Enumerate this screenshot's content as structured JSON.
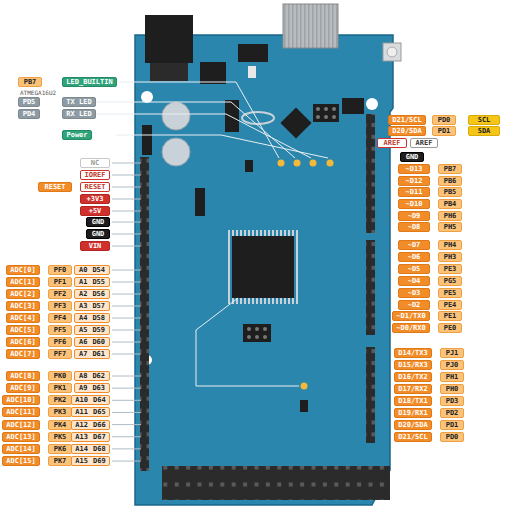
{
  "diagram": {
    "nodes": [
      {
        "text": [
          "PB7"
        ]
      },
      {
        "text": [
          "LED_BUILTIN"
        ]
      },
      {
        "text": [
          "PD5"
        ]
      },
      {
        "text": [
          "TX LED"
        ]
      },
      {
        "text": [
          "PD4"
        ]
      },
      {
        "text": [
          "RX LED"
        ]
      },
      {
        "text": [
          "Power"
        ]
      },
      {
        "text": [
          "NC"
        ]
      },
      {
        "text": [
          "IOREF"
        ]
      },
      {
        "text": [
          "RESET"
        ]
      },
      {
        "text": [
          "RESET"
        ]
      },
      {
        "text": [
          "+3V3"
        ]
      },
      {
        "text": [
          "+5V"
        ]
      },
      {
        "text": [
          "GND"
        ]
      },
      {
        "text": [
          "GND"
        ]
      },
      {
        "text": [
          "VIN"
        ]
      },
      {
        "text": [
          "ADC[0]"
        ]
      },
      {
        "text": [
          "PF0"
        ]
      },
      {
        "text": [
          "A0",
          "D54"
        ]
      },
      {
        "text": [
          "ADC[1]"
        ]
      },
      {
        "text": [
          "PF1"
        ]
      },
      {
        "text": [
          "A1",
          "D55"
        ]
      },
      {
        "text": [
          "ADC[2]"
        ]
      },
      {
        "text": [
          "PF2"
        ]
      },
      {
        "text": [
          "A2",
          "D56"
        ]
      },
      {
        "text": [
          "ADC[3]"
        ]
      },
      {
        "text": [
          "PF3"
        ]
      },
      {
        "text": [
          "A3",
          "D57"
        ]
      },
      {
        "text": [
          "ADC[4]"
        ]
      },
      {
        "text": [
          "PF4"
        ]
      },
      {
        "text": [
          "A4",
          "D58"
        ]
      },
      {
        "text": [
          "ADC[5]"
        ]
      },
      {
        "text": [
          "PF5"
        ]
      },
      {
        "text": [
          "A5",
          "D59"
        ]
      },
      {
        "text": [
          "ADC[6]"
        ]
      },
      {
        "text": [
          "PF6"
        ]
      },
      {
        "text": [
          "A6",
          "D60"
        ]
      },
      {
        "text": [
          "ADC[7]"
        ]
      },
      {
        "text": [
          "PF7"
        ]
      },
      {
        "text": [
          "A7",
          "D61"
        ]
      },
      {
        "text": [
          "ADC[8]"
        ]
      },
      {
        "text": [
          "PK0"
        ]
      },
      {
        "text": [
          "A8",
          "D62"
        ]
      },
      {
        "text": [
          "ADC[9]"
        ]
      },
      {
        "text": [
          "PK1"
        ]
      },
      {
        "text": [
          "A9",
          "D63"
        ]
      },
      {
        "text": [
          "ADC[10]"
        ]
      },
      {
        "text": [
          "PK2"
        ]
      },
      {
        "text": [
          "A10",
          "D64"
        ]
      },
      {
        "text": [
          "ADC[11]"
        ]
      },
      {
        "text": [
          "PK3"
        ]
      },
      {
        "text": [
          "A11",
          "D65"
        ]
      },
      {
        "text": [
          "ADC[12]"
        ]
      },
      {
        "text": [
          "PK4"
        ]
      },
      {
        "text": [
          "A12",
          "D66"
        ]
      },
      {
        "text": [
          "ADC[13]"
        ]
      },
      {
        "text": [
          "PK5"
        ]
      },
      {
        "text": [
          "A13",
          "D67"
        ]
      },
      {
        "text": [
          "ADC[14]"
        ]
      },
      {
        "text": [
          "PK6"
        ]
      },
      {
        "text": [
          "A14",
          "D68"
        ]
      },
      {
        "text": [
          "ADC[15]"
        ]
      },
      {
        "text": [
          "PK7"
        ]
      },
      {
        "text": [
          "A15",
          "D69"
        ]
      },
      {
        "text": [
          "D21/SCL"
        ]
      },
      {
        "text": [
          "PD0"
        ]
      },
      {
        "text": [
          "SCL"
        ]
      },
      {
        "text": [
          "D20/SDA"
        ]
      },
      {
        "text": [
          "PD1"
        ]
      },
      {
        "text": [
          "SDA"
        ]
      },
      {
        "text": [
          "AREF"
        ]
      },
      {
        "text": [
          "AREF"
        ]
      },
      {
        "text": [
          "GND"
        ]
      },
      {
        "text": [
          "~D13"
        ]
      },
      {
        "text": [
          "PB7"
        ]
      },
      {
        "text": [
          "~D12"
        ]
      },
      {
        "text": [
          "PB6"
        ]
      },
      {
        "text": [
          "~D11"
        ]
      },
      {
        "text": [
          "PB5"
        ]
      },
      {
        "text": [
          "~D10"
        ]
      },
      {
        "text": [
          "PB4"
        ]
      },
      {
        "text": [
          "~D9"
        ]
      },
      {
        "text": [
          "PH6"
        ]
      },
      {
        "text": [
          "~D8"
        ]
      },
      {
        "text": [
          "PH5"
        ]
      },
      {
        "text": [
          "~D7"
        ]
      },
      {
        "text": [
          "PH4"
        ]
      },
      {
        "text": [
          "~D6"
        ]
      },
      {
        "text": [
          "PH3"
        ]
      },
      {
        "text": [
          "~D5"
        ]
      },
      {
        "text": [
          "PE3"
        ]
      },
      {
        "text": [
          "~D4"
        ]
      },
      {
        "text": [
          "PG5"
        ]
      },
      {
        "text": [
          "~D3"
        ]
      },
      {
        "text": [
          "PE5"
        ]
      },
      {
        "text": [
          "~D2"
        ]
      },
      {
        "text": [
          "PE4"
        ]
      },
      {
        "text": [
          "~D1/TX0"
        ]
      },
      {
        "text": [
          "PE1"
        ]
      },
      {
        "text": [
          "~D0/RX0"
        ]
      },
      {
        "text": [
          "PE0"
        ]
      },
      {
        "text": [
          "D14/TX3"
        ]
      },
      {
        "text": [
          "PJ1"
        ]
      },
      {
        "text": [
          "D15/RX3"
        ]
      },
      {
        "text": [
          "PJ0"
        ]
      },
      {
        "text": [
          "D16/TX2"
        ]
      },
      {
        "text": [
          "PH1"
        ]
      },
      {
        "text": [
          "D17/RX2"
        ]
      },
      {
        "text": [
          "PH0"
        ]
      },
      {
        "text": [
          "D18/TX1"
        ]
      },
      {
        "text": [
          "PD3"
        ]
      },
      {
        "text": [
          "D19/RX1"
        ]
      },
      {
        "text": [
          "PD2"
        ]
      },
      {
        "text": [
          "D20/SDA"
        ]
      },
      {
        "text": [
          "PD1"
        ]
      },
      {
        "text": [
          "D21/SCL"
        ]
      },
      {
        "text": [
          "PD0"
        ]
      }
    ],
    "labels": [
      "ATMEGA16U2"
    ]
  }
}
